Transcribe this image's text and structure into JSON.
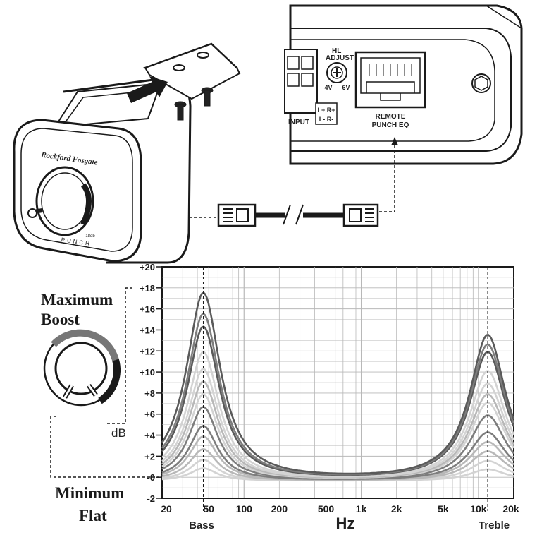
{
  "amp_panel": {
    "hl_adjust": "HL\nADJUST",
    "v4": "4V",
    "v6": "6V",
    "input": "INPUT",
    "lr_top": "L+ R+",
    "lr_bot": "L- R-",
    "remote_title": "REMOTE",
    "remote_sub": "PUNCH EQ"
  },
  "remote_unit": {
    "brand": "Rockford Fosgate",
    "knob_mark": "18db",
    "punch": "PUNCH"
  },
  "knob_legend": {
    "max_line1": "Maximum",
    "max_line2": "Boost",
    "min_line1": "Minimum",
    "min_line2": "Flat",
    "unit": "dB"
  },
  "colors": {
    "curve_dark": "#5a5a5a",
    "curve_mid": "#7d7d7d",
    "curve_light": "#b8b8b8",
    "curve_lightest": "#d3d3d3",
    "grid": "#b8b8b8",
    "ink": "#1a1a1a"
  },
  "chart_data": {
    "type": "line",
    "x_scale": "log",
    "xlim": [
      20,
      20000
    ],
    "ylim": [
      -2,
      20
    ],
    "x_ticks": [
      {
        "value": 20,
        "label": "20"
      },
      {
        "value": 50,
        "label": "50"
      },
      {
        "value": 100,
        "label": "100"
      },
      {
        "value": 200,
        "label": "200"
      },
      {
        "value": 500,
        "label": "500"
      },
      {
        "value": 1000,
        "label": "1k"
      },
      {
        "value": 2000,
        "label": "2k"
      },
      {
        "value": 5000,
        "label": "5k"
      },
      {
        "value": 10000,
        "label": "10k"
      },
      {
        "value": 20000,
        "label": "20k"
      }
    ],
    "y_ticks": [
      {
        "value": 20,
        "label": "+20"
      },
      {
        "value": 18,
        "label": "+18"
      },
      {
        "value": 16,
        "label": "+16"
      },
      {
        "value": 14,
        "label": "+14"
      },
      {
        "value": 12,
        "label": "+12"
      },
      {
        "value": 10,
        "label": "+10"
      },
      {
        "value": 8,
        "label": "+8"
      },
      {
        "value": 6,
        "label": "+6"
      },
      {
        "value": 4,
        "label": "+4"
      },
      {
        "value": 2,
        "label": "+2"
      },
      {
        "value": 0,
        "label": "-0"
      },
      {
        "value": -2,
        "label": "-2"
      }
    ],
    "xlabel": "Hz",
    "bass_label": "Bass",
    "treble_label": "Treble",
    "bass_marker_hz": 45,
    "treble_marker_hz": 12000,
    "series": [
      {
        "bass_peak": 17.8,
        "treble_peak": 13.8,
        "tone": "dark"
      },
      {
        "bass_peak": 15.8,
        "treble_peak": 12.9,
        "tone": "mid"
      },
      {
        "bass_peak": 14.6,
        "treble_peak": 12.2,
        "tone": "dark"
      },
      {
        "bass_peak": 12.2,
        "treble_peak": 10.4,
        "tone": "lightest"
      },
      {
        "bass_peak": 10.6,
        "treble_peak": 9.2,
        "tone": "lightest"
      },
      {
        "bass_peak": 9.4,
        "treble_peak": 8.2,
        "tone": "light"
      },
      {
        "bass_peak": 8.2,
        "treble_peak": 7.4,
        "tone": "lightest"
      },
      {
        "bass_peak": 7.0,
        "treble_peak": 6.2,
        "tone": "mid"
      },
      {
        "bass_peak": 5.2,
        "treble_peak": 4.6,
        "tone": "mid"
      },
      {
        "bass_peak": 4.2,
        "treble_peak": 3.7,
        "tone": "light"
      },
      {
        "bass_peak": 3.0,
        "treble_peak": 2.8,
        "tone": "light"
      },
      {
        "bass_peak": 2.0,
        "treble_peak": 1.9,
        "tone": "lightest"
      },
      {
        "bass_peak": 1.2,
        "treble_peak": 1.1,
        "tone": "lightest"
      }
    ]
  }
}
